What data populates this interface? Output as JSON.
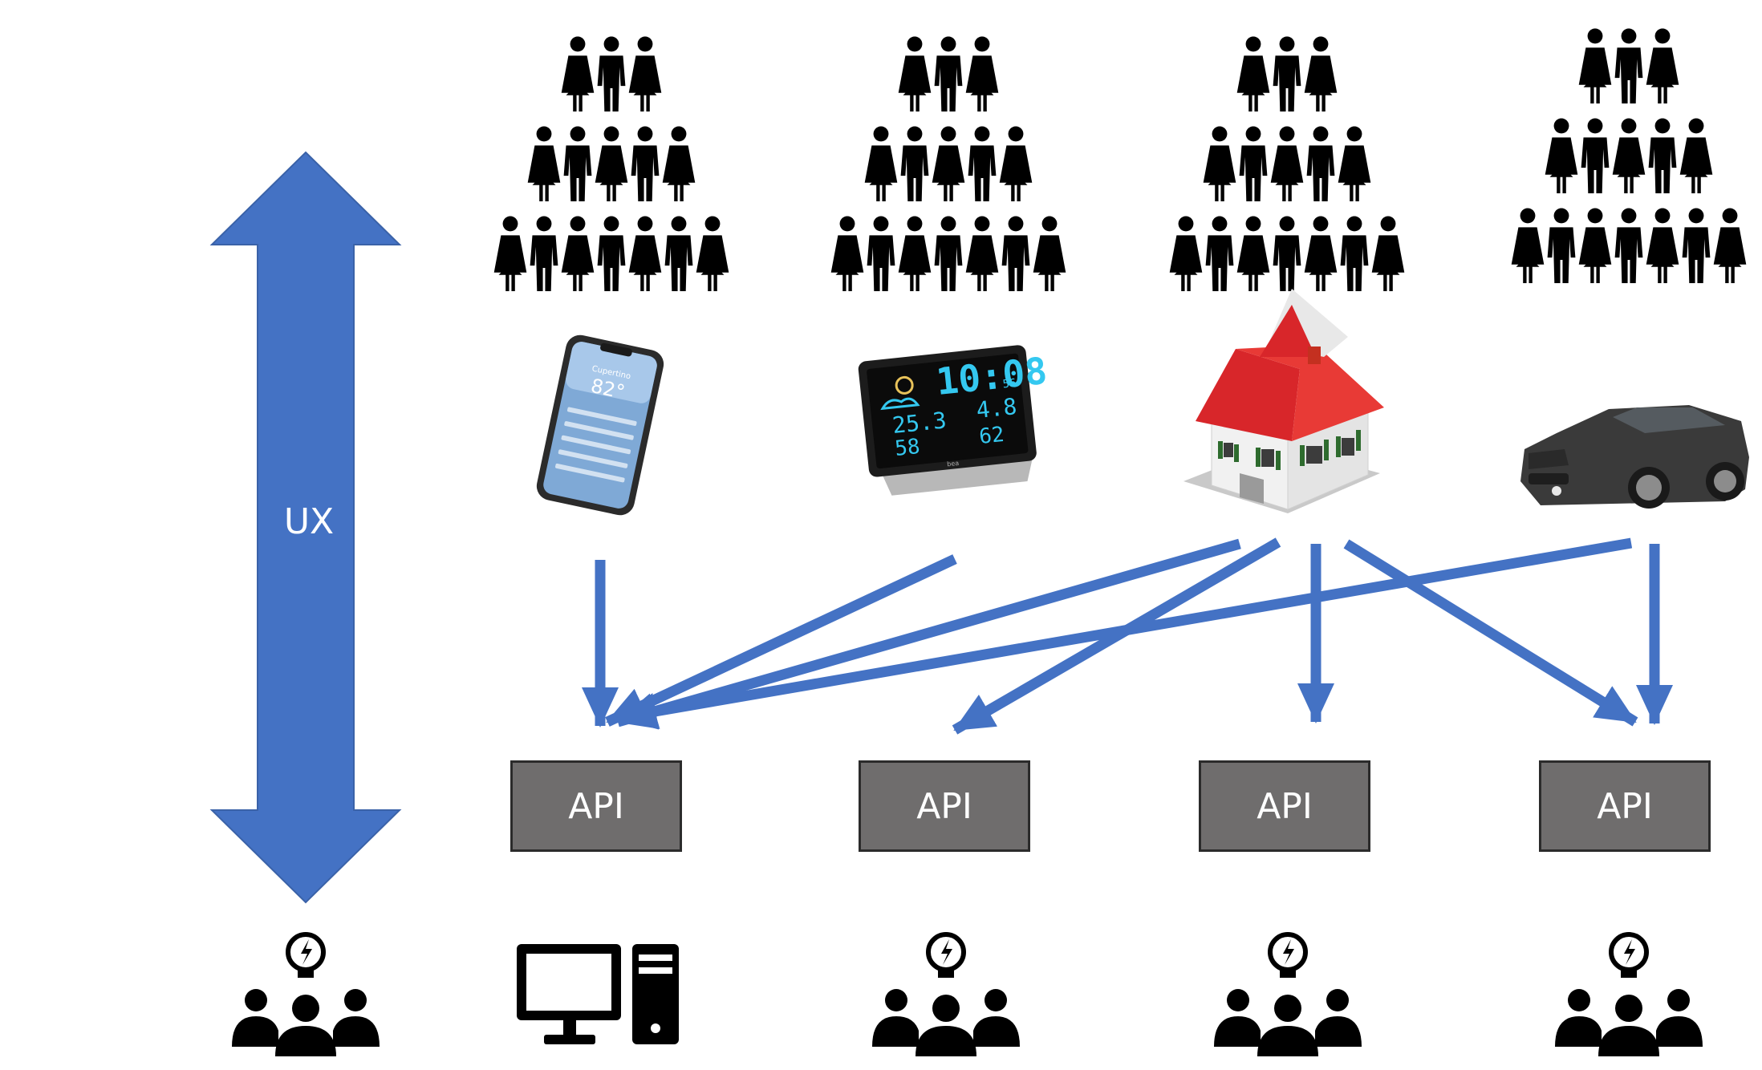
{
  "ux_label": "UX",
  "api_label": "API",
  "apis": [
    {
      "label": "API"
    },
    {
      "label": "API"
    },
    {
      "label": "API"
    },
    {
      "label": "API"
    }
  ],
  "crowds": [
    {
      "rows": [
        3,
        5,
        7
      ]
    },
    {
      "rows": [
        3,
        5,
        7
      ]
    },
    {
      "rows": [
        3,
        5,
        7
      ]
    },
    {
      "rows": [
        3,
        5,
        7
      ]
    }
  ],
  "devices": {
    "phone": {
      "city": "Cupertino",
      "temp": "82°"
    },
    "weather_station": {
      "time": "10:08",
      "seconds": "56",
      "temp_in": "25.3",
      "hum_in": "58",
      "temp_out": "4.8",
      "hum_out": "62",
      "brand": "bea"
    }
  },
  "bottom_icons": [
    "idea-team-icon",
    "desktop-computer-icon",
    "idea-team-icon",
    "idea-team-icon",
    "idea-team-icon"
  ],
  "colors": {
    "arrow_blue": "#4472c4",
    "api_fill": "#6f6d6d",
    "api_border": "#2b2b2b",
    "icon_black": "#000000",
    "roof_red": "#d8262a",
    "shutter_green": "#2e6b2e",
    "lcd_cyan": "#34c8f0"
  }
}
